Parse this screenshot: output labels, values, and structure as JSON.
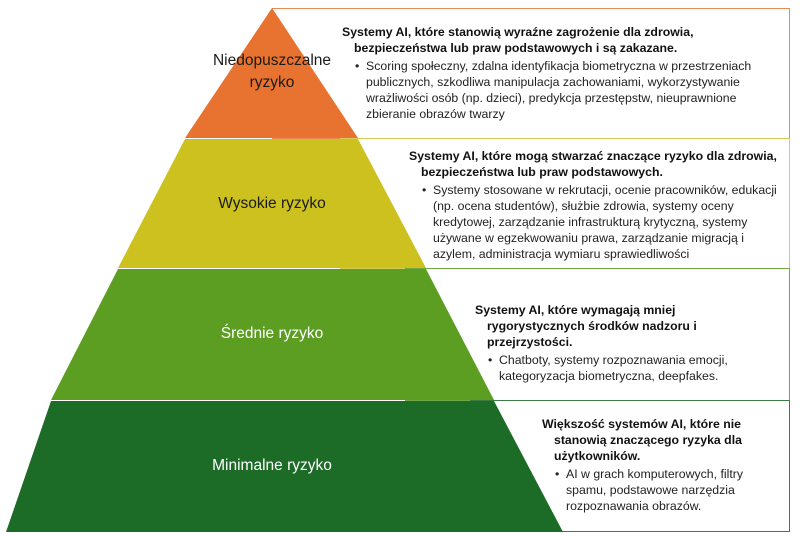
{
  "tiers": [
    {
      "label": "Niedopuszczalne ryzyko",
      "label_lines": [
        "Niedopuszczalne",
        "ryzyko"
      ],
      "color": "#E87330",
      "border": "#E88B55",
      "text_color": "#1a1a1a",
      "heading": "Systemy AI, które stanowią wyraźne zagrożenie dla zdrowia, bezpieczeństwa lub praw podstawowych i są zakazane.",
      "bullet": "Scoring społeczny, zdalna identyfikacja biometryczna w przestrzeniach publicznych, szkodliwa manipulacja zachowaniami, wykorzystywanie wrażliwości osób (np. dzieci), predykcja przestępstw, nieuprawnione zbieranie obrazów twarzy"
    },
    {
      "label": "Wysokie ryzyko",
      "label_lines": [
        "Wysokie ryzyko"
      ],
      "color": "#CCC11E",
      "border": "#D6CC55",
      "text_color": "#1a1a1a",
      "heading": "Systemy AI, które mogą stwarzać znaczące ryzyko dla zdrowia, bezpieczeństwa lub praw podstawowych.",
      "bullet": "Systemy stosowane w rekrutacji, ocenie pracowników, edukacji (np. ocena studentów), służbie zdrowia, systemy oceny kredytowej, zarządzanie infrastrukturą krytyczną, systemy używane w egzekwowaniu prawa, zarządzanie migracją i azylem, administracja wymiaru sprawiedliwości"
    },
    {
      "label": "Średnie ryzyko",
      "label_lines": [
        "Średnie ryzyko"
      ],
      "color": "#5B9E22",
      "border": "#6FA845",
      "text_color": "#ffffff",
      "heading": "Systemy AI, które wymagają mniej rygorystycznych środków nadzoru i przejrzystości.",
      "bullet": "Chatboty, systemy rozpoznawania emocji, kategoryzacja biometryczna, deepfakes."
    },
    {
      "label": "Minimalne ryzyko",
      "label_lines": [
        "Minimalne ryzyko"
      ],
      "color": "#1C6B27",
      "border": "#3D7A45",
      "text_color": "#ffffff",
      "heading": "Większość systemów AI, które nie stanowią znaczącego ryzyka dla użytkowników.",
      "bullet": "AI w grach komputerowych, filtry spamu, podstawowe narzędzia rozpoznawania obrazów."
    }
  ]
}
